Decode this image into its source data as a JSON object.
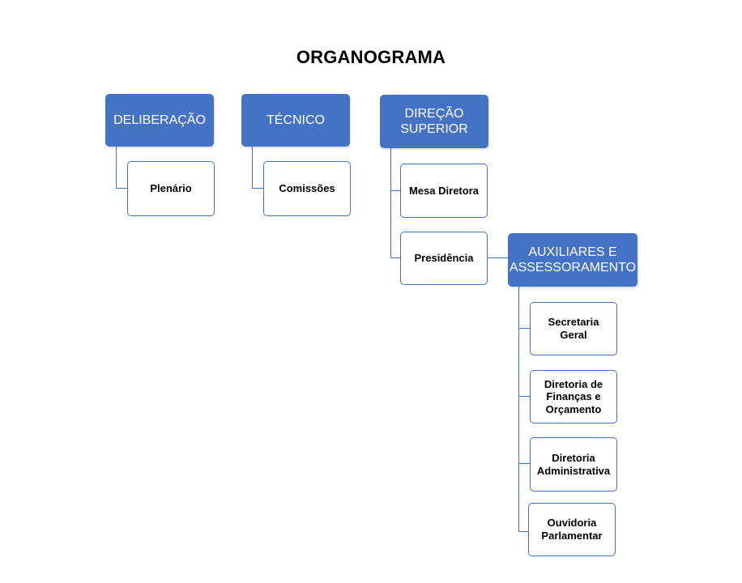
{
  "title": "ORGANOGRAMA",
  "colors": {
    "node_fill": "#4472C4",
    "node_text": "#FFFFFF",
    "child_border": "#4472C4",
    "child_text": "#000000"
  },
  "groups": {
    "deliberacao": {
      "label": "DELIBERAÇÃO",
      "children": [
        "Plenário"
      ]
    },
    "tecnico": {
      "label": "TÉCNICO",
      "children": [
        "Comissões"
      ]
    },
    "direcao_superior": {
      "label": "DIREÇÃO SUPERIOR",
      "children": [
        "Mesa Diretora",
        "Presidência"
      ]
    },
    "auxiliares": {
      "label": "AUXILIARES E ASSESSORAMENTO",
      "parent": "Presidência",
      "children": [
        "Secretaria Geral",
        "Diretoria de Finanças e Orçamento",
        "Diretoria Administrativa",
        "Ouvidoria Parlamentar"
      ]
    }
  }
}
